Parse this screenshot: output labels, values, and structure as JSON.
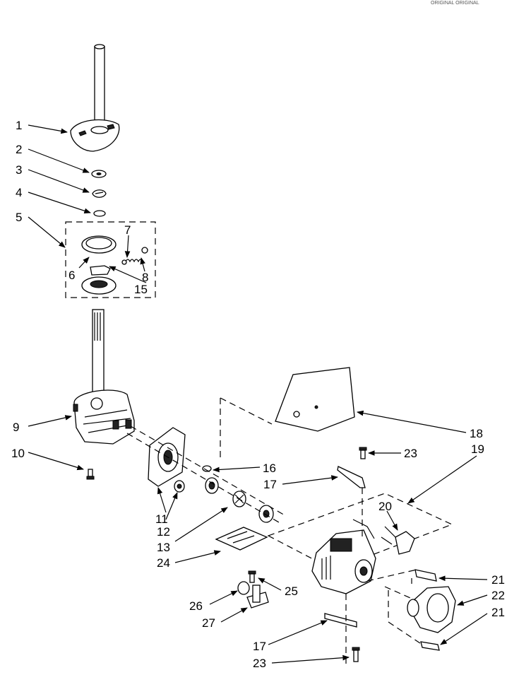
{
  "header": {
    "code": "ORIGINAL ORIGINAL"
  },
  "callouts": [
    {
      "id": "c1",
      "text": "1"
    },
    {
      "id": "c2",
      "text": "2"
    },
    {
      "id": "c3",
      "text": "3"
    },
    {
      "id": "c4",
      "text": "4"
    },
    {
      "id": "c5",
      "text": "5"
    },
    {
      "id": "c6",
      "text": "6"
    },
    {
      "id": "c7",
      "text": "7"
    },
    {
      "id": "c8",
      "text": "8"
    },
    {
      "id": "c15",
      "text": "15"
    },
    {
      "id": "c9",
      "text": "9"
    },
    {
      "id": "c10",
      "text": "10"
    },
    {
      "id": "c11",
      "text": "11"
    },
    {
      "id": "c12",
      "text": "12"
    },
    {
      "id": "c13",
      "text": "13"
    },
    {
      "id": "c24",
      "text": "24"
    },
    {
      "id": "c16",
      "text": "16"
    },
    {
      "id": "c17a",
      "text": "17"
    },
    {
      "id": "c18",
      "text": "18"
    },
    {
      "id": "c19",
      "text": "19"
    },
    {
      "id": "c23a",
      "text": "23"
    },
    {
      "id": "c20",
      "text": "20"
    },
    {
      "id": "c21a",
      "text": "21"
    },
    {
      "id": "c22",
      "text": "22"
    },
    {
      "id": "c21b",
      "text": "21"
    },
    {
      "id": "c25",
      "text": "25"
    },
    {
      "id": "c26",
      "text": "26"
    },
    {
      "id": "c27",
      "text": "27"
    },
    {
      "id": "c17b",
      "text": "17"
    },
    {
      "id": "c23b",
      "text": "23"
    }
  ]
}
